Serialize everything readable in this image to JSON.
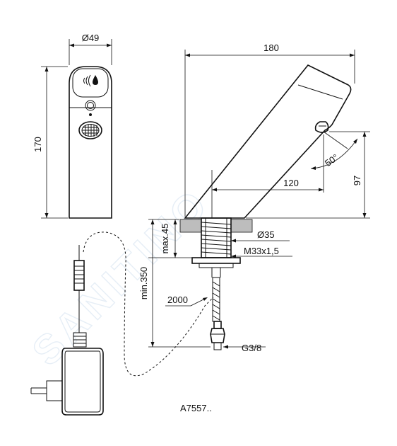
{
  "watermark": "SANITINO",
  "dimensions": {
    "diameter_49": "Ø49",
    "height_170": "170",
    "length_180": "180",
    "angle_50": "50°",
    "reach_120": "120",
    "height_97": "97",
    "max_45": "max.45",
    "min_350": "min.350",
    "diameter_35": "Ø35",
    "thread_m33": "M33x1,5",
    "cable_2000": "2000",
    "connection_g38": "G3/8"
  },
  "drawing_code": "A7557.."
}
